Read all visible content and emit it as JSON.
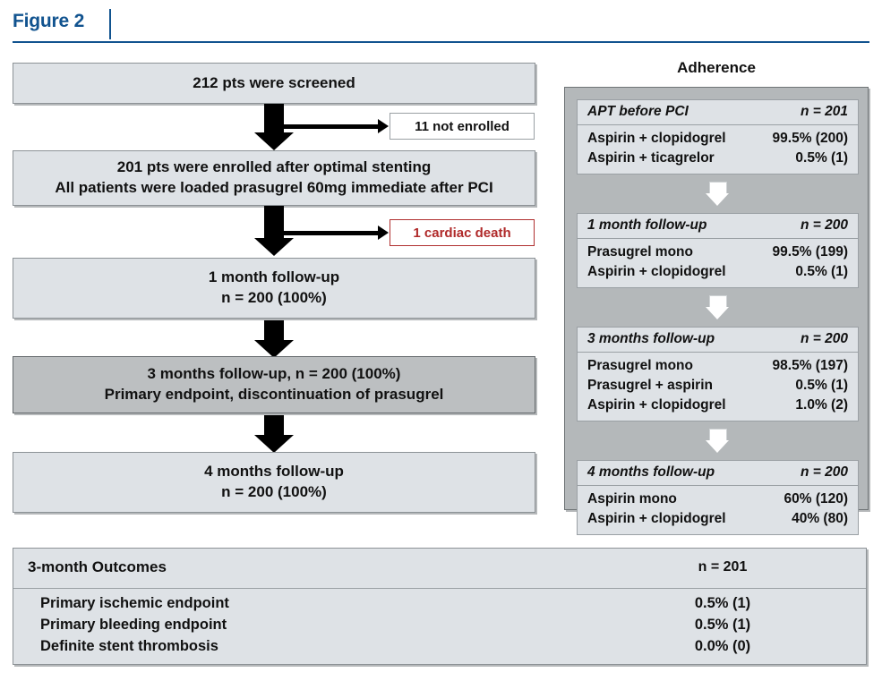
{
  "figure": {
    "title": "Figure 2",
    "accent_color": "#11538f"
  },
  "flow": {
    "boxes": [
      {
        "id": "screened",
        "lines": [
          "212 pts were screened"
        ],
        "shade": "light"
      },
      {
        "id": "enrolled",
        "lines": [
          "201 pts were enrolled after optimal stenting",
          "All patients were loaded prasugrel 60mg immediate after PCI"
        ],
        "shade": "light"
      },
      {
        "id": "followup-1m",
        "lines": [
          "1 month follow-up",
          "n = 200 (100%)"
        ],
        "shade": "light"
      },
      {
        "id": "followup-3m",
        "lines": [
          "3 months follow-up, n = 200 (100%)",
          "Primary endpoint, discontinuation of prasugrel"
        ],
        "shade": "dark"
      },
      {
        "id": "followup-4m",
        "lines": [
          "4 months follow-up",
          "n = 200 (100%)"
        ],
        "shade": "light"
      }
    ],
    "callouts": [
      {
        "id": "not-enrolled",
        "label": "11 not enrolled",
        "color": "#111111"
      },
      {
        "id": "cardiac-death",
        "label": "1 cardiac death",
        "color": "#b02a2a"
      }
    ]
  },
  "adherence": {
    "title": "Adherence",
    "cards": [
      {
        "header": "APT before PCI",
        "n": "n = 201",
        "rows": [
          {
            "label": "Aspirin + clopidogrel",
            "value": "99.5% (200)"
          },
          {
            "label": "Aspirin + ticagrelor",
            "value": "0.5% (1)"
          }
        ]
      },
      {
        "header": "1 month follow-up",
        "n": "n = 200",
        "rows": [
          {
            "label": "Prasugrel mono",
            "value": "99.5% (199)"
          },
          {
            "label": "Aspirin + clopidogrel",
            "value": "0.5% (1)"
          }
        ]
      },
      {
        "header": "3 months follow-up",
        "n": "n = 200",
        "rows": [
          {
            "label": "Prasugrel mono",
            "value": "98.5% (197)"
          },
          {
            "label": "Prasugrel + aspirin",
            "value": "0.5% (1)"
          },
          {
            "label": "Aspirin + clopidogrel",
            "value": "1.0% (2)"
          }
        ]
      },
      {
        "header": "4 months follow-up",
        "n": "n = 200",
        "rows": [
          {
            "label": "Aspirin mono",
            "value": "60% (120)"
          },
          {
            "label": "Aspirin + clopidogrel",
            "value": "40% (80)"
          }
        ]
      }
    ]
  },
  "outcomes": {
    "title": "3-month Outcomes",
    "n": "n = 201",
    "rows": [
      {
        "label": "Primary ischemic endpoint",
        "value": "0.5% (1)"
      },
      {
        "label": "Primary bleeding endpoint",
        "value": "0.5% (1)"
      },
      {
        "label": "Definite stent thrombosis",
        "value": "0.0% (0)"
      }
    ]
  }
}
